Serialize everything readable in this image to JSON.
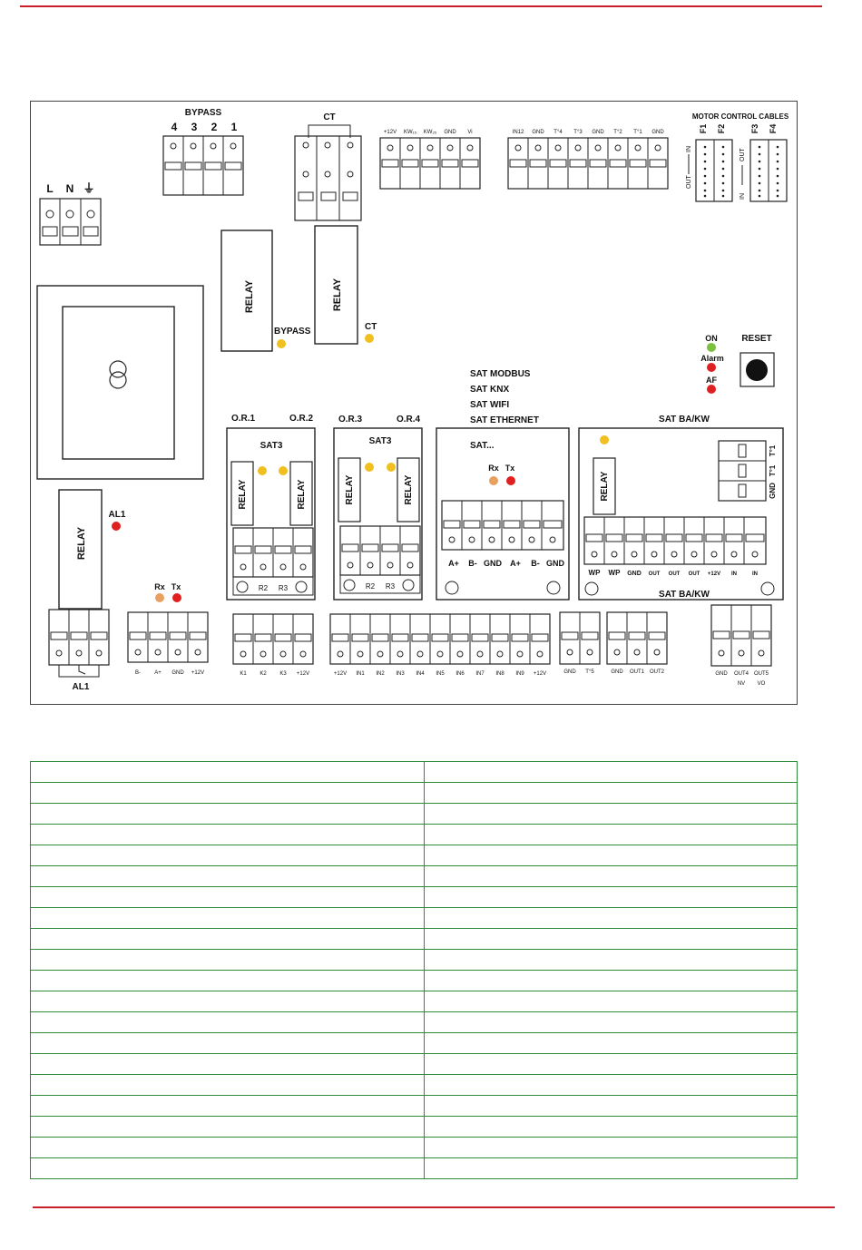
{
  "board": {
    "bypass_title": "BYPASS",
    "bypass_pins": [
      "4",
      "3",
      "2",
      "1"
    ],
    "ct_title": "CT",
    "power_pins": [
      "L",
      "N",
      "⏚"
    ],
    "sensor_pins_a": [
      "+12V",
      "KW₁₅",
      "KW₂₅",
      "GND",
      "Vi"
    ],
    "sensor_pins_b": [
      "IN12",
      "GND",
      "T°4",
      "T°3",
      "GND",
      "T°2",
      "T°1",
      "GND"
    ],
    "motor_title": "MOTOR CONTROL CABLES",
    "motor_labels": [
      "F1",
      "F2",
      "F3",
      "F4"
    ],
    "motor_dir_left": [
      "OUT",
      "IN"
    ],
    "motor_dir_right": [
      "IN",
      "OUT"
    ],
    "relay_label": "RELAY",
    "bypass_led": "BYPASS",
    "ct_led": "CT",
    "led_on": "ON",
    "led_alarm": "Alarm",
    "led_af": "AF",
    "reset": "RESET",
    "sat_list": [
      "SAT MODBUS",
      "SAT KNX",
      "SAT WIFI",
      "SAT ETHERNET"
    ],
    "or_labels": [
      "O.R.1",
      "O.R.2",
      "O.R.3",
      "O.R.4"
    ],
    "sat3": "SAT3",
    "r_labels": [
      "R2",
      "R3"
    ],
    "sat_dots": "SAT...",
    "rx": "Rx",
    "tx": "Tx",
    "sat_pins": [
      "A+",
      "B-",
      "GND",
      "A+",
      "B-",
      "GND"
    ],
    "sat_bakw": "SAT BA/KW",
    "bakw_pins": [
      "WP",
      "WP",
      "GND",
      "OUT",
      "OUT",
      "OUT",
      "+12V",
      "IN",
      "IN"
    ],
    "bakw_side": [
      "T°1",
      "T°1",
      "GND"
    ],
    "al1": "AL1",
    "bottom_bus": [
      "B-",
      "A+",
      "GND",
      "+12V"
    ],
    "bottom_k": [
      "K1",
      "K2",
      "K3",
      "+12V"
    ],
    "bottom_in": [
      "+12V",
      "IN1",
      "IN2",
      "IN3",
      "IN4",
      "IN5",
      "IN6",
      "IN7",
      "IN8",
      "IN9",
      "+12V"
    ],
    "bottom_t5": [
      "GND",
      "T°5"
    ],
    "bottom_out": [
      "GND",
      "OUT1",
      "OUT2"
    ],
    "bottom_out45": [
      "GND",
      "OUT4",
      "OUT5"
    ],
    "bottom_out45_sub": [
      "NV",
      "VO"
    ],
    "al1_bottom": "AL1"
  },
  "colors": {
    "rule": "#c8202a",
    "table_border": "#2e8b3a",
    "led_yellow": "#f0c020",
    "led_red": "#e02020",
    "led_green": "#7cc040",
    "led_orange": "#e8a060"
  },
  "table": {
    "rows": 20,
    "cols": 2
  }
}
